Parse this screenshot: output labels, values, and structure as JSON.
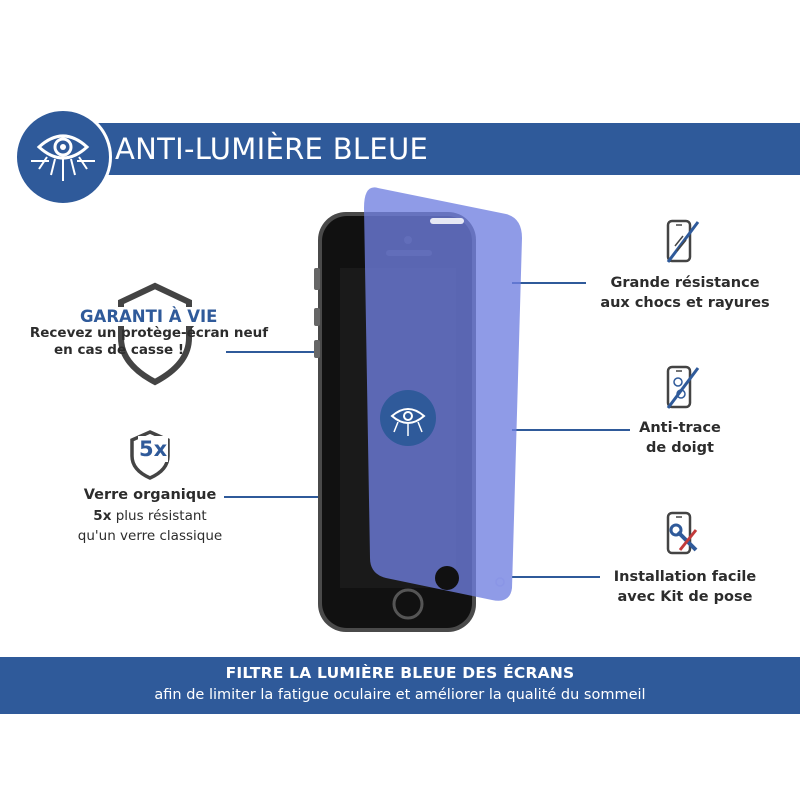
{
  "header": {
    "title": "ANTI-LUMIÈRE BLEUE"
  },
  "guarantee": {
    "title": "GARANTI À VIE",
    "line1": "Recevez un protège-écran neuf",
    "line2": "en cas de casse !"
  },
  "organic": {
    "badge": "5x",
    "title": "Verre organique",
    "line2_bold": "5x",
    "line2_rest": " plus résistant",
    "line3": "qu'un verre classique"
  },
  "features": [
    {
      "line1": "Grande résistance",
      "line2": "aux chocs et rayures",
      "icon": "phone-scratch-icon"
    },
    {
      "line1": "Anti-trace",
      "line2": "de doigt",
      "icon": "phone-fingerprint-icon"
    },
    {
      "line1": "Installation facile",
      "line2": "avec Kit de pose",
      "icon": "phone-tools-icon"
    }
  ],
  "footer": {
    "title": "FILTRE LA LUMIÈRE BLEUE DES ÉCRANS",
    "subtitle": "afin de limiter la fatigue oculaire et améliorer la qualité du sommeil"
  },
  "colors": {
    "brand_blue": "#2f5a9a",
    "filter_blue": "#6f7fe0",
    "text": "#2c2c2c"
  }
}
